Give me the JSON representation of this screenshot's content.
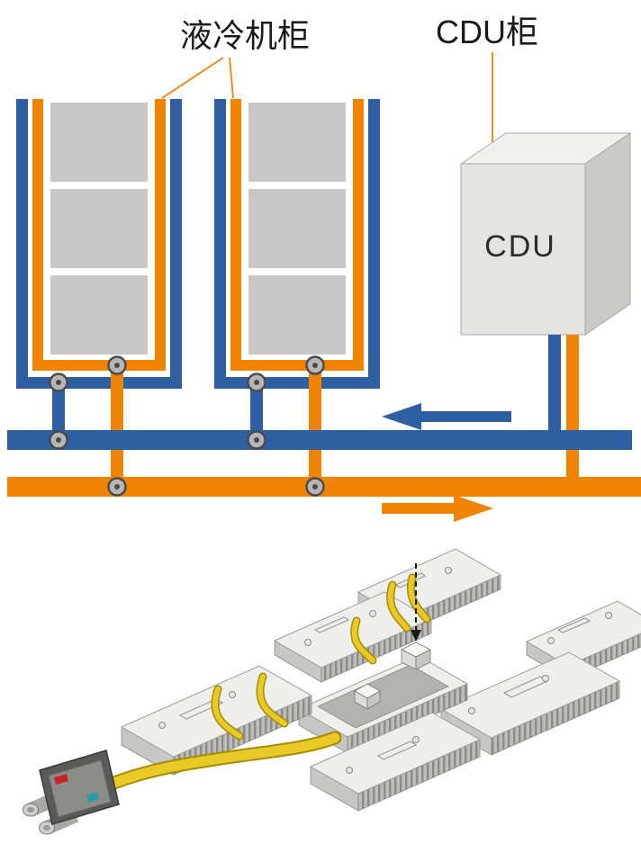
{
  "schematic": {
    "labels": {
      "liquid_cooling_cabinet": "液冷机柜",
      "cdu_cabinet": "CDU柜",
      "cdu_unit": "CDU"
    },
    "colors": {
      "pipe_blue": "#2e5fa3",
      "pipe_orange": "#f08300",
      "cabinet_fill": "#c7c7c7",
      "valve_gray": "#b6b6b6"
    },
    "cabinet_count": 2,
    "blocks_per_cabinet": 3
  },
  "illustration": {
    "colors": {
      "tube_yellow": "#e8c926",
      "module_top": "#eeeeec",
      "module_side": "#c6c6c4",
      "coupler_dark": "#5a5a58",
      "mark_red": "#cc2222",
      "mark_blue": "#2a9aa8"
    },
    "module_count": 7
  }
}
